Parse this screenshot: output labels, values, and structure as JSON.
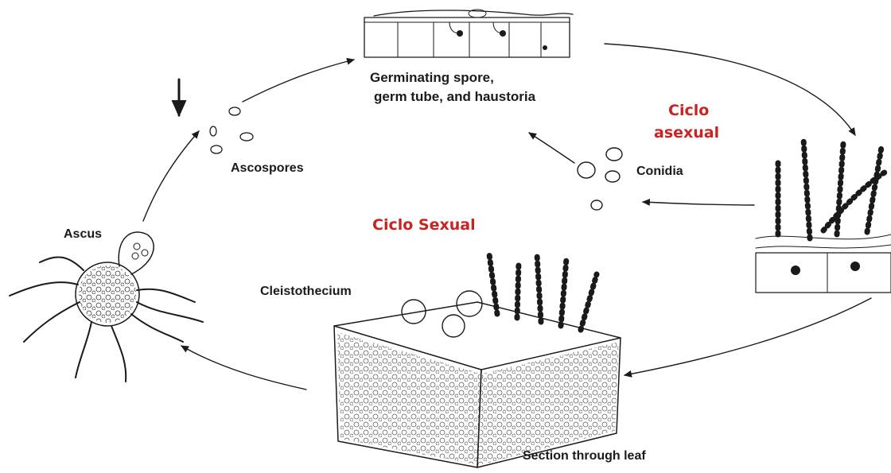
{
  "labels": {
    "germinating_line1": "Germinating spore,",
    "germinating_line2": "germ tube, and haustoria",
    "ascospores": "Ascospores",
    "conidia": "Conidia",
    "ascus": "Ascus",
    "cleistothecium": "Cleistothecium",
    "section": "Section through leaf"
  },
  "cycle_titles": {
    "asexual_line1": "Ciclo",
    "asexual_line2": "asexual",
    "sexual": "Ciclo Sexual"
  },
  "colors": {
    "cycle_title": "#cc2222",
    "ink": "#1a1a1a"
  }
}
